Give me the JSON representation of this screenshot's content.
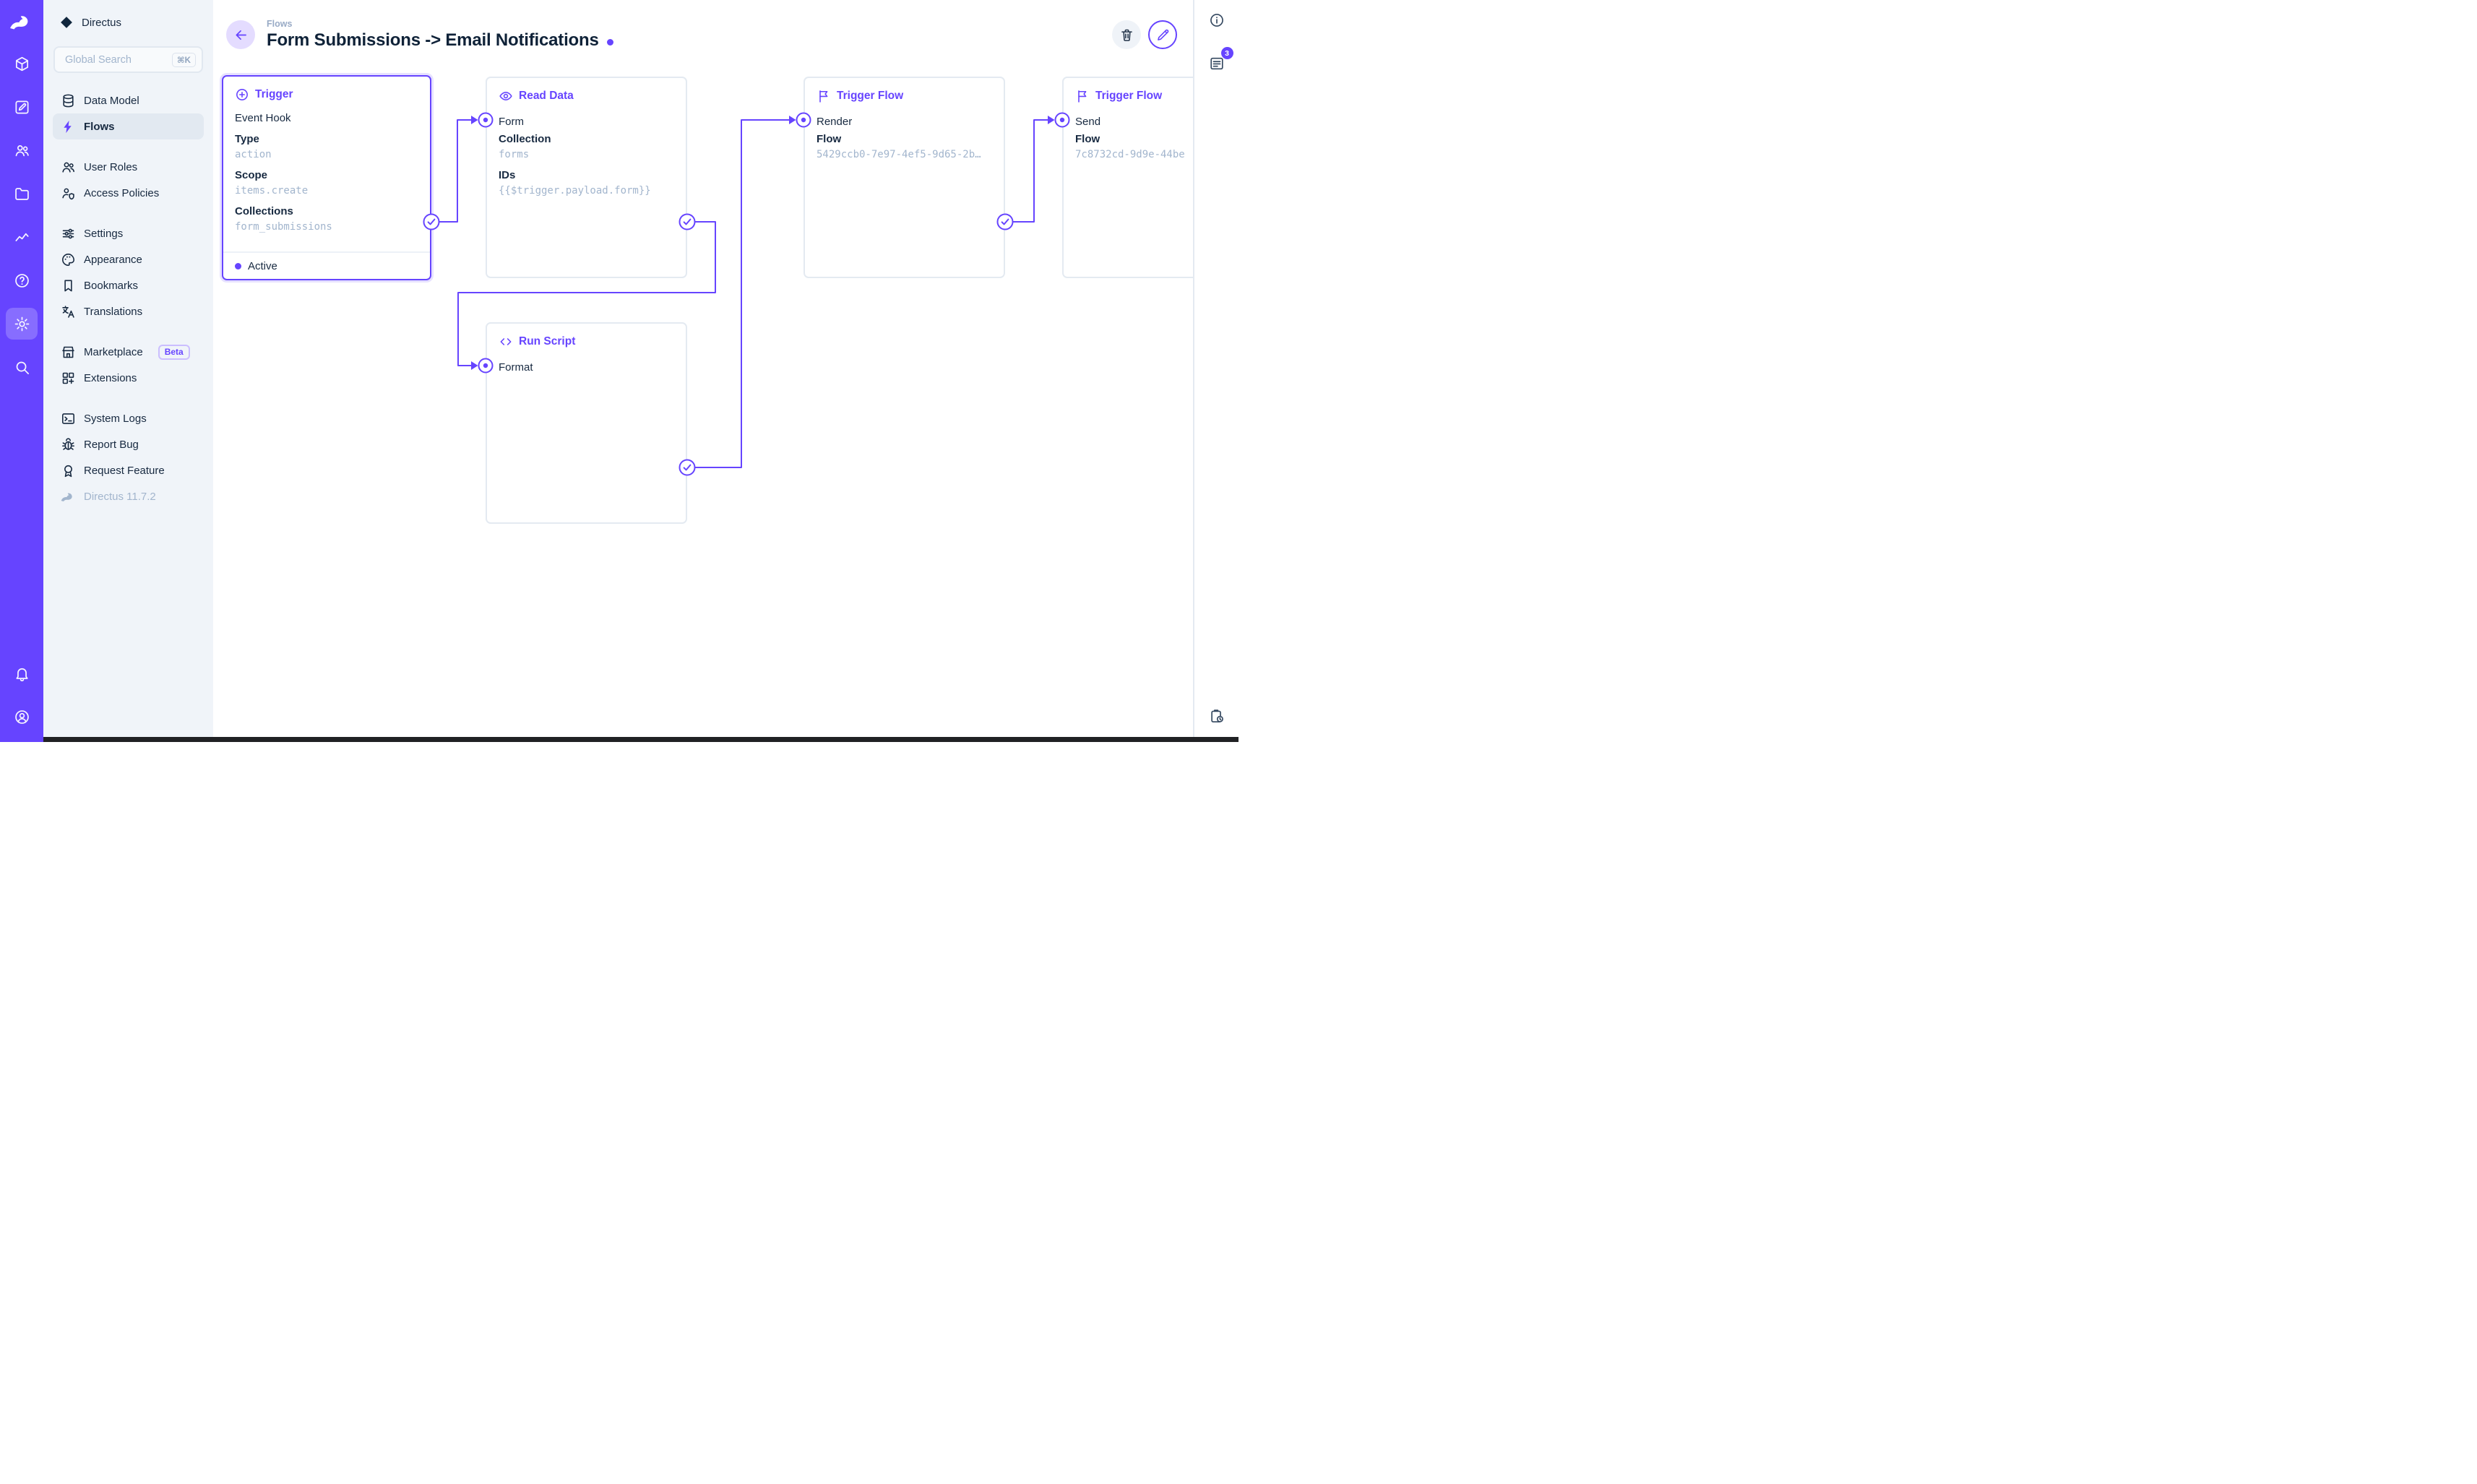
{
  "app": {
    "accent_color": "#6644FF",
    "module_bar_icons": [
      "box-icon",
      "edit-icon",
      "people-icon",
      "folder-icon",
      "insights-icon",
      "help-icon",
      "settings-icon",
      "search-icon",
      "bell-icon",
      "account-icon"
    ],
    "active_module": "settings"
  },
  "sidebar": {
    "project_name": "Directus",
    "search_placeholder": "Global Search",
    "search_shortcut": "⌘K",
    "groups": [
      [
        "Data Model",
        "Flows"
      ],
      [
        "User Roles",
        "Access Policies"
      ],
      [
        "Settings",
        "Appearance",
        "Bookmarks",
        "Translations"
      ],
      [
        "Marketplace",
        "Extensions"
      ],
      [
        "System Logs",
        "Report Bug",
        "Request Feature"
      ]
    ],
    "active_item": "Flows",
    "beta_badge": "Beta",
    "version": "Directus 11.7.2"
  },
  "header": {
    "breadcrumb": "Flows",
    "title": "Form Submissions -> Email Notifications"
  },
  "right_rail": {
    "notices_badge": "3"
  },
  "canvas": {
    "panels": {
      "trigger": {
        "title": "Trigger",
        "subtitle": "Event Hook",
        "fields": [
          {
            "label": "Type",
            "value": "action"
          },
          {
            "label": "Scope",
            "value": "items.create"
          },
          {
            "label": "Collections",
            "value": "form_submissions"
          }
        ],
        "status": "Active"
      },
      "read_data": {
        "title": "Read Data",
        "input": "Form",
        "fields": [
          {
            "label": "Collection",
            "value": "forms"
          },
          {
            "label": "IDs",
            "value": "{{$trigger.payload.form}}"
          }
        ]
      },
      "run_script": {
        "title": "Run Script",
        "input": "Format"
      },
      "trigger_flow_render": {
        "title": "Trigger Flow",
        "input": "Render",
        "fields": [
          {
            "label": "Flow",
            "value": "5429ccb0-7e97-4ef5-9d65-2b…"
          }
        ]
      },
      "trigger_flow_send": {
        "title": "Trigger Flow",
        "input": "Send",
        "fields": [
          {
            "label": "Flow",
            "value": "7c8732cd-9d9e-44be"
          }
        ]
      }
    }
  }
}
